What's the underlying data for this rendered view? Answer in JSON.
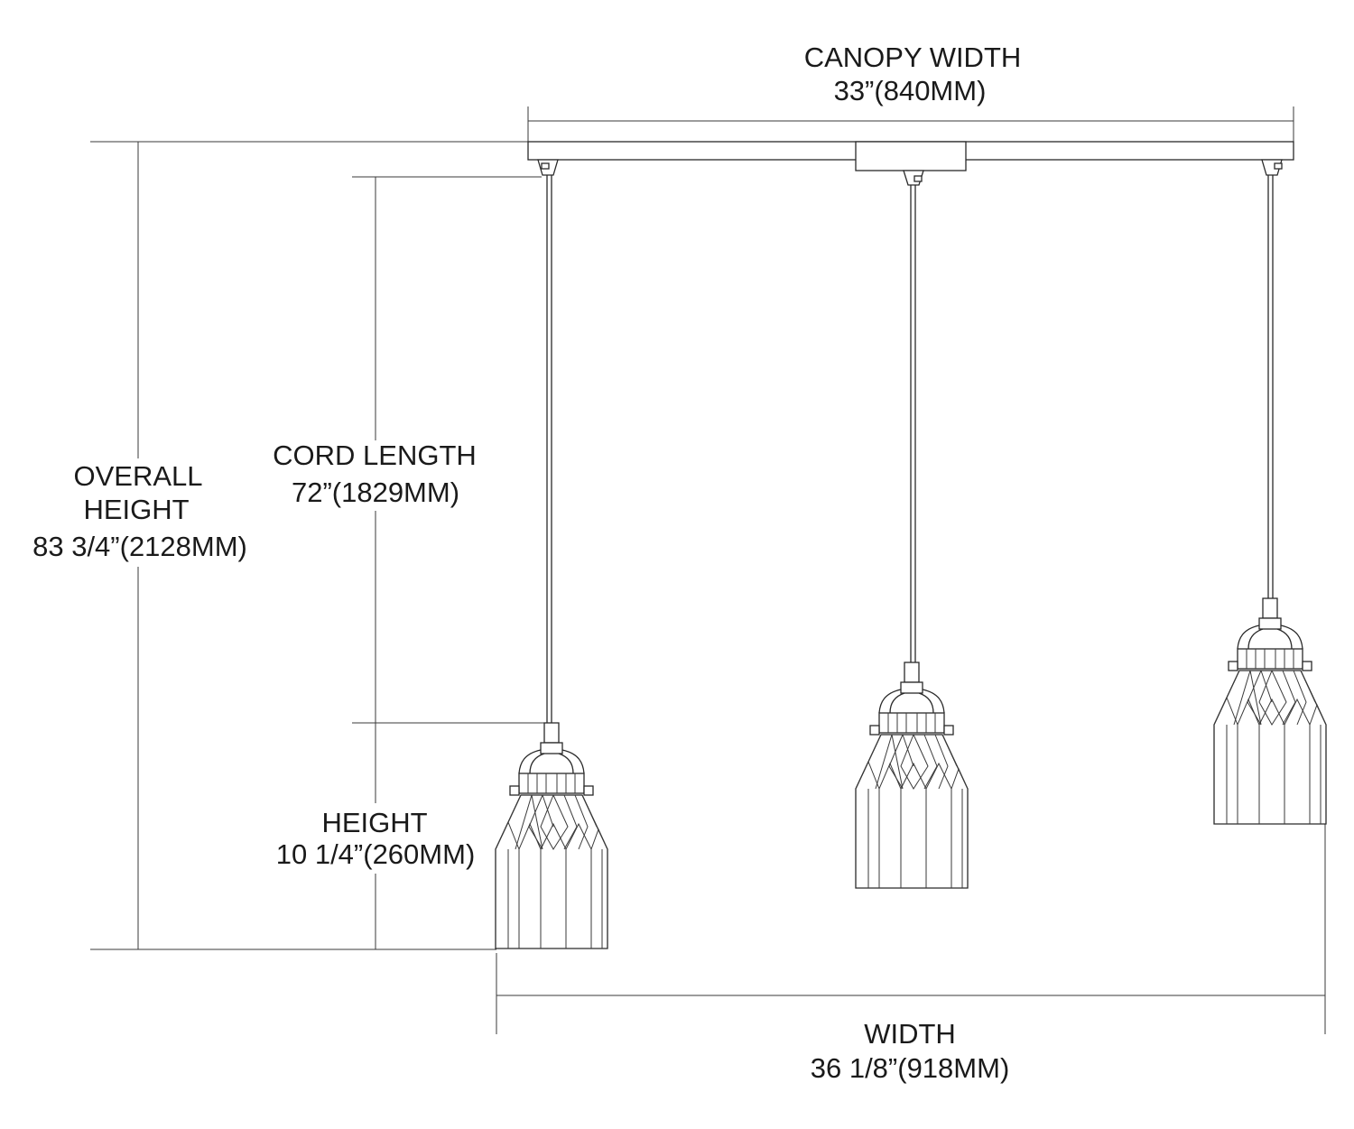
{
  "dimensions": {
    "canopy_width": {
      "label": "CANOPY WIDTH",
      "value": "33”(840MM)"
    },
    "overall_height": {
      "label_line1": "OVERALL",
      "label_line2": "HEIGHT",
      "value": "83 3/4”(2128MM)"
    },
    "cord_length": {
      "label": "CORD LENGTH",
      "value": "72”(1829MM)"
    },
    "height": {
      "label": "HEIGHT",
      "value": "10 1/4”(260MM)"
    },
    "width": {
      "label": "WIDTH",
      "value": "36 1/8”(918MM)"
    }
  },
  "colors": {
    "line": "#2a2a2a",
    "text": "#1a1a1a",
    "background": "#ffffff"
  }
}
